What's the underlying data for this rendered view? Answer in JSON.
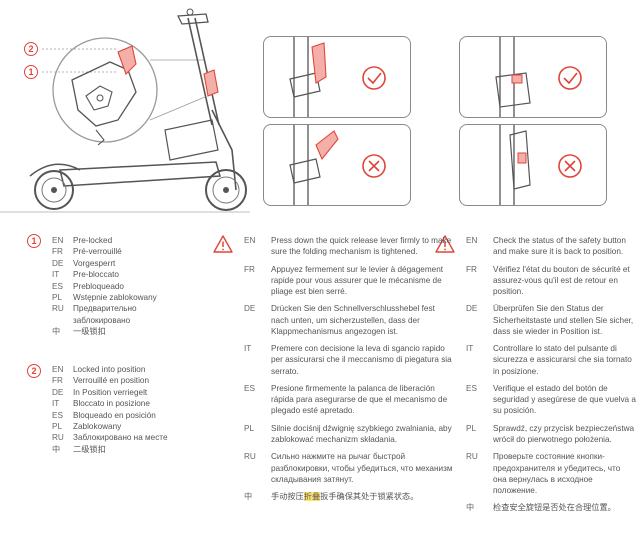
{
  "labels": {
    "pre_locked_marker": "2",
    "locked_marker": "1"
  },
  "legend": [
    {
      "marker": "1",
      "entries": [
        {
          "code": "EN",
          "text": "Pre-locked"
        },
        {
          "code": "FR",
          "text": "Pré-verrouillé"
        },
        {
          "code": "DE",
          "text": "Vorgesperrt"
        },
        {
          "code": "IT",
          "text": "Pre-bloccato"
        },
        {
          "code": "ES",
          "text": "Prebloqueado"
        },
        {
          "code": "PL",
          "text": "Wstępnie zablokowany"
        },
        {
          "code": "RU",
          "text": "Предварительно"
        },
        {
          "code": "",
          "text": "заблокировано"
        },
        {
          "code": "中",
          "text": "一级锁扣"
        }
      ]
    },
    {
      "marker": "2",
      "entries": [
        {
          "code": "EN",
          "text": "Locked into position"
        },
        {
          "code": "FR",
          "text": "Verrouillé en position"
        },
        {
          "code": "DE",
          "text": "In Position verriegelt"
        },
        {
          "code": "IT",
          "text": "Bloccato in posizione"
        },
        {
          "code": "ES",
          "text": "Bloqueado en posición"
        },
        {
          "code": "PL",
          "text": "Zablokowany"
        },
        {
          "code": "RU",
          "text": "Заблокировано на месте"
        },
        {
          "code": "中",
          "text": "二级锁扣"
        }
      ]
    }
  ],
  "instructions_press": [
    {
      "code": "EN",
      "text": "Press down the quick release lever firmly to make sure the folding mechanism is tightened."
    },
    {
      "code": "FR",
      "text": "Appuyez fermement sur le levier à dégagement rapide pour vous assurer que le mécanisme de pliage est bien serré."
    },
    {
      "code": "DE",
      "text": "Drücken Sie den Schnellverschlusshebel fest nach unten, um sicherzustellen, dass der Klappmechanismus angezogen ist."
    },
    {
      "code": "IT",
      "text": "Premere con decisione la leva di sgancio rapido per assicurarsi che il meccanismo di piegatura sia serrato."
    },
    {
      "code": "ES",
      "text": "Presione firmemente la palanca de liberación rápida para asegurarse de que el mecanismo de plegado esté apretado."
    },
    {
      "code": "PL",
      "text": "Silnie dociśnij dźwignię szybkiego zwalniania, aby zablokować mechanizm składania."
    },
    {
      "code": "RU",
      "text": "Сильно нажмите на рычаг быстрой разблокировки, чтобы убедиться, что механизм складывания затянут."
    }
  ],
  "instructions_press_cn": {
    "code": "中",
    "before": "手动按压",
    "highlight": "折叠",
    "after": "扳手确保其处于锁紧状态。"
  },
  "instructions_check": [
    {
      "code": "EN",
      "text": "Check the status of the safety button and make sure it is back to position."
    },
    {
      "code": "FR",
      "text": "Vérifiez l'état du bouton de sécurité et assurez-vous qu'il est de retour en position."
    },
    {
      "code": "DE",
      "text": "Überprüfen Sie den Status der Sicherheitstaste und stellen Sie sicher, dass sie wieder in Position ist."
    },
    {
      "code": "IT",
      "text": "Controllare lo stato del pulsante di sicurezza e assicurarsi che sia tornato in posizione."
    },
    {
      "code": "ES",
      "text": "Verifique el estado del botón de seguridad y asegúrese de que vuelva a su posición."
    },
    {
      "code": "PL",
      "text": "Sprawdź, czy przycisk bezpieczeństwa wrócił do pierwotnego położenia."
    },
    {
      "code": "RU",
      "text": "Проверьте состояние кнопки-предохранителя и убедитесь, что она вернулась в исходное положение."
    },
    {
      "code": "中",
      "text": "检查安全旋钮是否处在合理位置。"
    }
  ],
  "colors": {
    "accent": "#e0453a",
    "line": "#8a8a8a",
    "text": "#555555"
  }
}
